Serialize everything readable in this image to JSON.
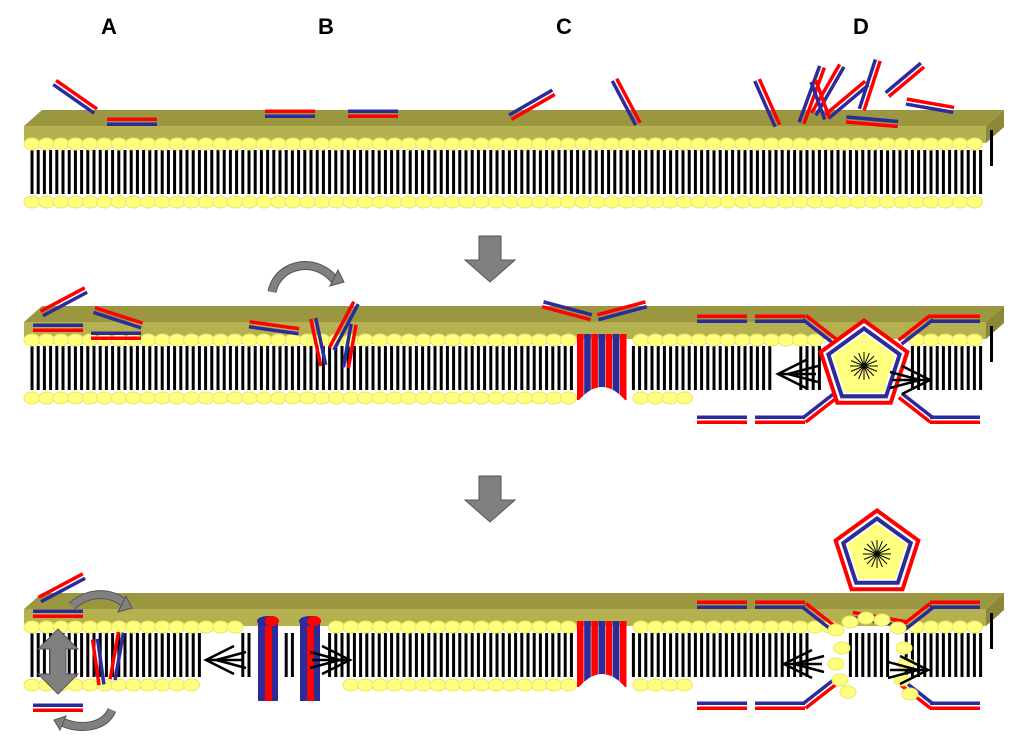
{
  "labels": {
    "a": "A",
    "b": "B",
    "c": "C",
    "d": "D"
  },
  "colors": {
    "surface_top": "#9B9740",
    "surface_front": "#B5B150",
    "head": "#FFFF80",
    "head_stroke": "#EDE65A",
    "tail": "#000000",
    "peptide_red": "#FF0000",
    "peptide_blue": "#2B2B9A",
    "arrow_gray": "#808080"
  },
  "icons": {
    "step_arrow": "down-arrow-icon",
    "flip_arrow": "curved-arrow-icon",
    "translocation_arrow": "double-headed-arrow-icon"
  }
}
